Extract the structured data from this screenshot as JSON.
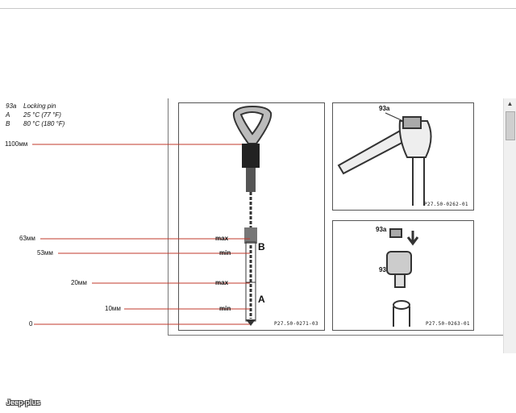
{
  "legend": [
    {
      "key": "93a",
      "text": "Locking pin"
    },
    {
      "key": "A",
      "text": "25 °C (77 °F)"
    },
    {
      "key": "B",
      "text": "80 °C (180 °F)"
    }
  ],
  "measurements": [
    "1100мм",
    "63мм",
    "53мм",
    "20мм",
    "10мм",
    "0"
  ],
  "dipstick_marks": [
    "max",
    "min",
    "max",
    "min"
  ],
  "range_labels": [
    "B",
    "A"
  ],
  "parts": [
    "93a",
    "93a",
    "93"
  ],
  "captions": [
    "P27.50-0271-03",
    "P27.50-0262-01",
    "P27.50-0263-01"
  ],
  "watermark": "Jeep-plus",
  "colors": {
    "measure_line": "#c0392b",
    "frame": "#555555"
  }
}
